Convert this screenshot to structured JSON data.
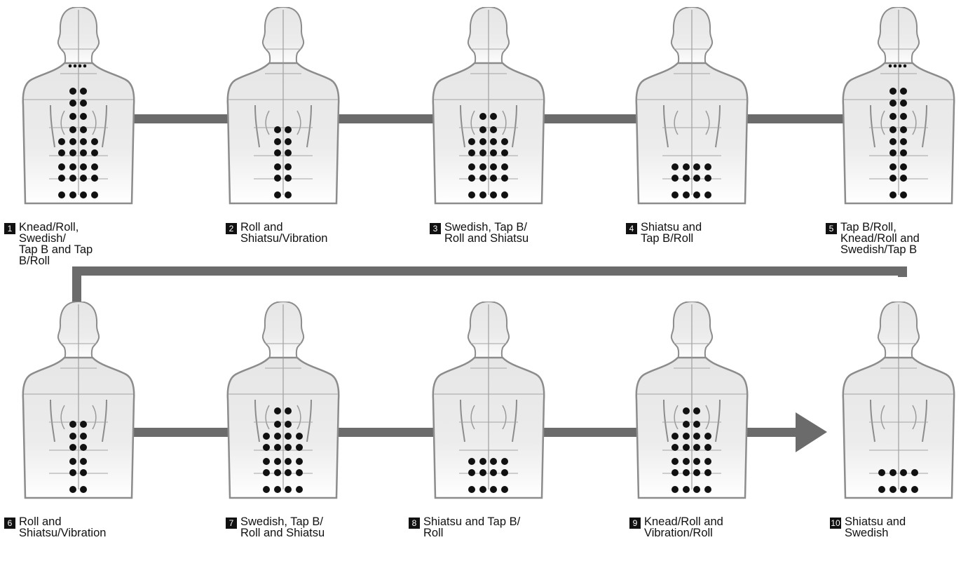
{
  "steps": [
    {
      "number": "1",
      "label": "Knead/Roll, Swedish/\nTap B and Tap B/Roll",
      "neck_dots": true,
      "pattern": [
        0,
        2,
        2,
        2,
        2,
        4,
        4,
        4,
        4,
        4
      ]
    },
    {
      "number": "2",
      "label": "Roll and\nShiatsu/Vibration",
      "neck_dots": false,
      "pattern": [
        0,
        0,
        0,
        0,
        2,
        2,
        2,
        2,
        2,
        2
      ]
    },
    {
      "number": "3",
      "label": "Swedish, Tap B/\nRoll and Shiatsu",
      "neck_dots": false,
      "pattern": [
        0,
        0,
        0,
        2,
        2,
        4,
        4,
        4,
        4,
        4
      ]
    },
    {
      "number": "4",
      "label": "Shiatsu and\nTap B/Roll",
      "neck_dots": false,
      "pattern": [
        0,
        0,
        0,
        0,
        0,
        0,
        0,
        4,
        4,
        4
      ]
    },
    {
      "number": "5",
      "label": "Tap B/Roll,\nKnead/Roll and\nSwedish/Tap B",
      "neck_dots": true,
      "pattern": [
        0,
        2,
        2,
        2,
        2,
        2,
        2,
        2,
        2,
        2
      ]
    },
    {
      "number": "6",
      "label": "Roll and\nShiatsu/Vibration",
      "neck_dots": false,
      "pattern": [
        0,
        0,
        0,
        0,
        2,
        2,
        2,
        2,
        2,
        2
      ]
    },
    {
      "number": "7",
      "label": "Swedish, Tap B/\nRoll and Shiatsu",
      "neck_dots": false,
      "pattern": [
        0,
        0,
        0,
        2,
        2,
        4,
        4,
        4,
        4,
        4
      ]
    },
    {
      "number": "8",
      "label": "Shiatsu and Tap B/\nRoll",
      "neck_dots": false,
      "pattern": [
        0,
        0,
        0,
        0,
        0,
        0,
        0,
        4,
        4,
        4
      ]
    },
    {
      "number": "9",
      "label": "Knead/Roll and\nVibration/Roll",
      "neck_dots": false,
      "pattern": [
        0,
        0,
        0,
        2,
        2,
        4,
        4,
        4,
        4,
        4
      ]
    },
    {
      "number": "10",
      "label": "Shiatsu and\nSwedish",
      "neck_dots": false,
      "pattern": [
        0,
        0,
        0,
        0,
        0,
        0,
        0,
        0,
        4,
        4
      ]
    }
  ],
  "colors": {
    "connector": "#6b6b6b",
    "body_fill": "#e6e6e6",
    "body_outline": "#8c8c8c",
    "dot": "#111111",
    "badge": "#111111"
  }
}
